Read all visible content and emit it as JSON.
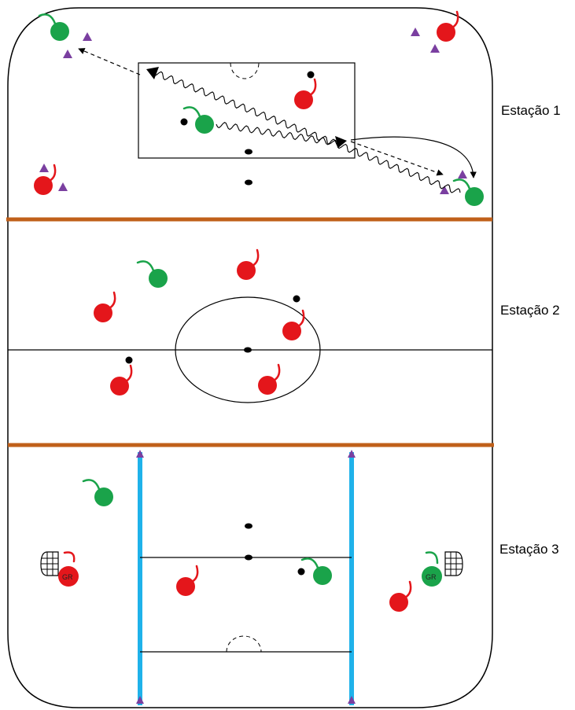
{
  "stations": [
    {
      "label": "Estação 1"
    },
    {
      "label": "Estação 2"
    },
    {
      "label": "Estação 3"
    }
  ],
  "goalkeeper_label": "GR",
  "colors": {
    "team_green": "#1aa34a",
    "team_red": "#e4161b",
    "cone": "#7a3fa0",
    "divider": "#c0601a",
    "bench_line": "#1fb2ea",
    "line": "#000000"
  },
  "legend_icons": [
    "player-green-icon",
    "player-red-icon",
    "cone-icon",
    "puck-icon",
    "goal-net-icon"
  ]
}
